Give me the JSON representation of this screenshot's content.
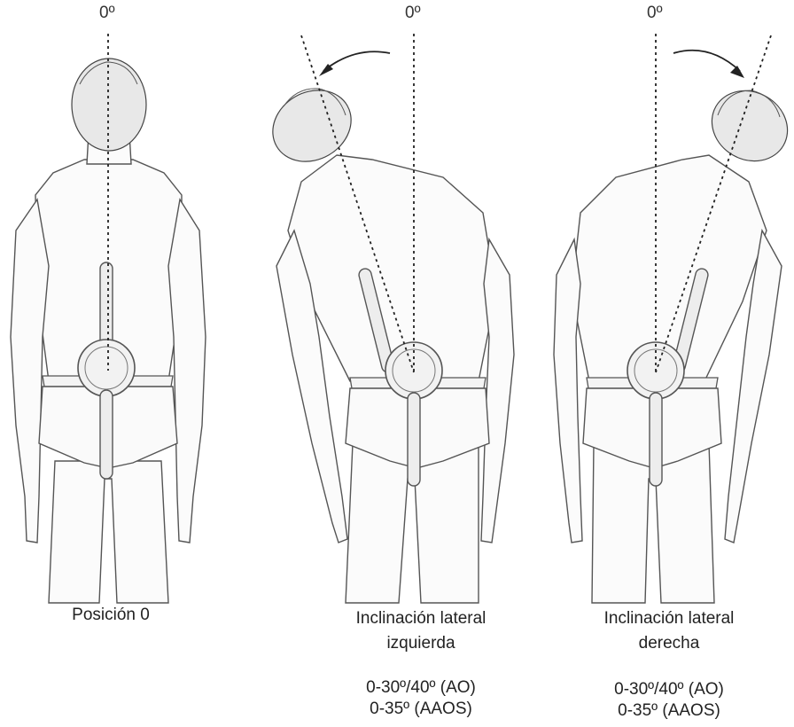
{
  "panels": [
    {
      "zero_label": "0º",
      "caption_lines": [
        "Posición 0"
      ],
      "range_lines": []
    },
    {
      "zero_label": "0º",
      "caption_lines": [
        "Inclinación lateral",
        "izquierda"
      ],
      "range_lines": [
        "0-30º/40º (AO)",
        "0-35º (AAOS)"
      ]
    },
    {
      "zero_label": "0º",
      "caption_lines": [
        "Inclinación lateral",
        "derecha"
      ],
      "range_lines": [
        "0-30º/40º (AO)",
        "0-35º (AAOS)"
      ]
    }
  ]
}
